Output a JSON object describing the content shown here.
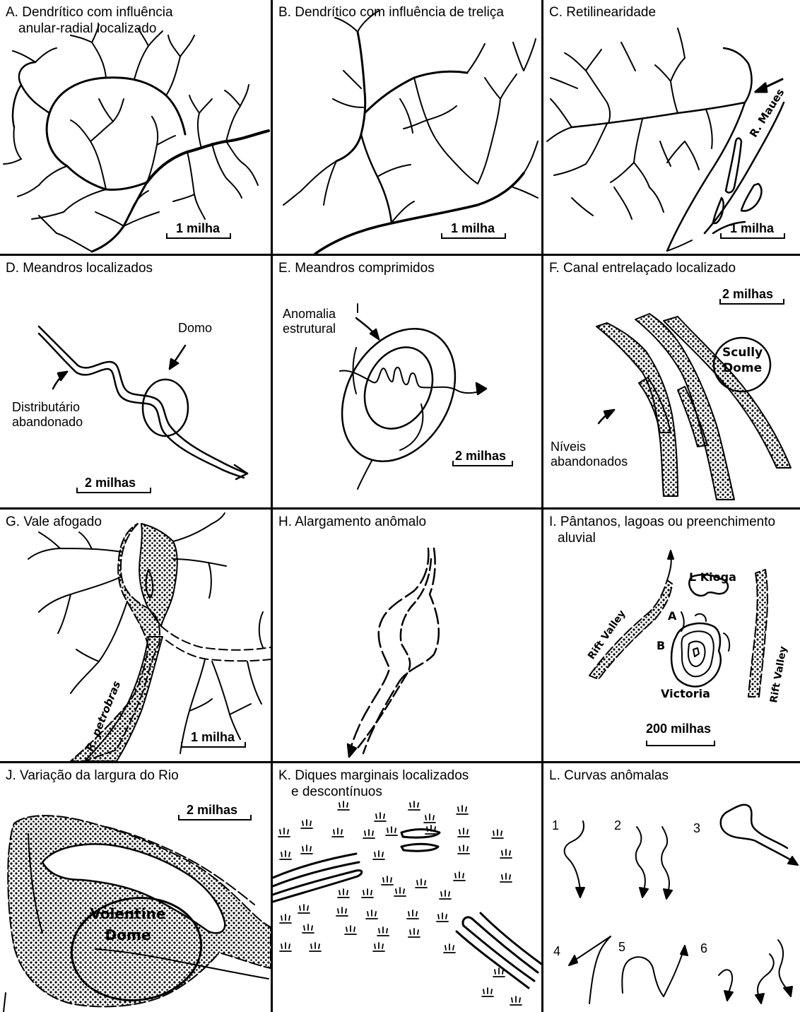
{
  "panels": {
    "A": {
      "title_line1": "A. Dendrítico com influência",
      "title_line2": "anular-radial localizado",
      "scale": "1 milha"
    },
    "B": {
      "title_line1": "B. Dendrítico com influência de treliça",
      "scale": "1 milha"
    },
    "C": {
      "title_line1": "C. Retilinearidade",
      "scale": "1 milha",
      "river_label": "R. Maues"
    },
    "D": {
      "title_line1": "D. Meandros localizados",
      "scale": "2 milhas",
      "label_dome": "Domo",
      "label_distrib_1": "Distributário",
      "label_distrib_2": "abandonado"
    },
    "E": {
      "title_line1": "E. Meandros comprimidos",
      "scale": "2 milhas",
      "label_anom_1": "Anomalia",
      "label_anom_2": "estrutural"
    },
    "F": {
      "title_line1": "F. Canal entrelaçado localizado",
      "scale": "2 milhas",
      "dome_1": "Scully",
      "dome_2": "Dome",
      "label_niveis_1": "Níveis",
      "label_niveis_2": "abandonados"
    },
    "G": {
      "title_line1": "G. Vale afogado",
      "scale": "1 milha",
      "river_label": "R. petrobras"
    },
    "H": {
      "title_line1": "H. Alargamento anômalo"
    },
    "I": {
      "title_line1": "I. Pântanos, lagoas ou preenchimento",
      "title_line2": "aluvial",
      "scale": "200 milhas",
      "lake_kioga": "L Kioga",
      "mark_a": "A",
      "mark_b": "B",
      "victoria": "Victoria",
      "rift_left": "Rift Valley",
      "rift_right": "Rift Valley"
    },
    "J": {
      "title_line1": "J. Variação da largura do Rio",
      "scale": "2 milhas",
      "dome_1": "Volentine",
      "dome_2": "Dome"
    },
    "K": {
      "title_line1": "K. Diques marginais localizados",
      "title_line2": "e descontínuos"
    },
    "L": {
      "title_line1": "L. Curvas anômalas",
      "n1": "1",
      "n2": "2",
      "n3": "3",
      "n4": "4",
      "n5": "5",
      "n6": "6"
    }
  }
}
